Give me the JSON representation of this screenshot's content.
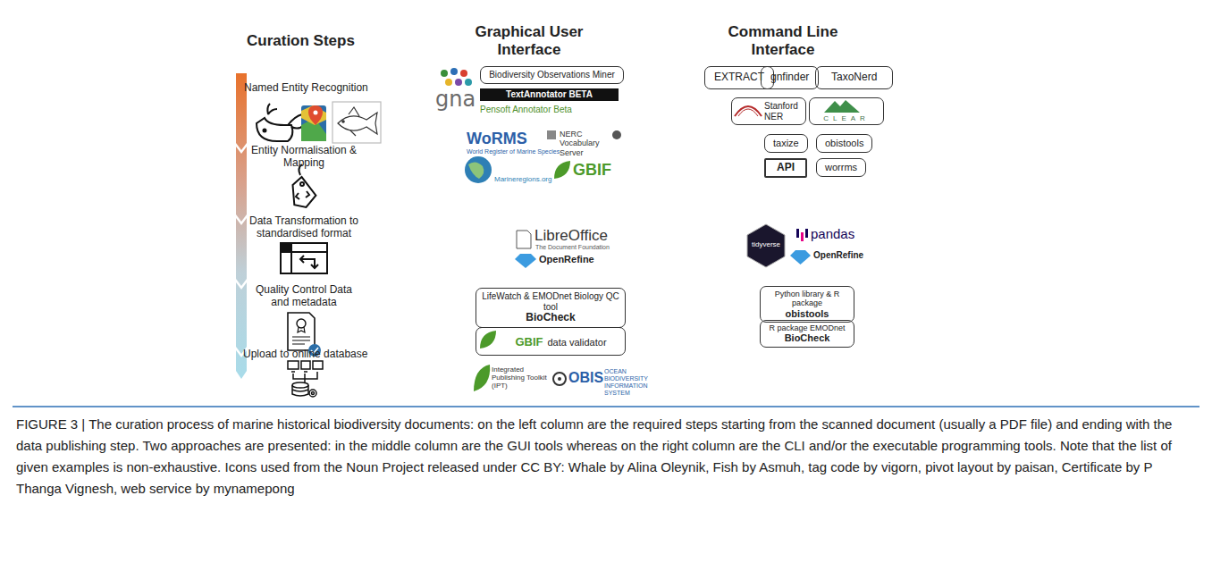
{
  "diagram": {
    "caption": "FIGURE 3 | The curation process of marine historical biodiversity documents: on the left column are the required steps starting from the scanned document (usually a PDF file) and ending with the data publishing step. Two approaches are presented: in the middle column are the GUI tools whereas on the right column are the CLI and/or the executable programming tools. Note that the list of given examples is non-exhaustive. Icons used from the Noun Project released under CC BY: Whale by Alina Oleynik, Fish by Asmuh, tag code by vigorn, pivot layout by paisan, Certificate by P Thanga Vignesh, web service by mynamepong",
    "nodes": [
      {
        "text": [
          "Biodiversity Observations Miner"
        ]
      },
      {
        "text": [
          "EXTRACT"
        ]
      },
      {
        "text": [
          "gnfinder"
        ]
      },
      {
        "text": [
          "TaxoNerd"
        ]
      },
      {
        "text": [
          "Stanford NER"
        ]
      },
      {
        "text": [
          "CLEAR"
        ]
      },
      {
        "text": [
          "taxize"
        ]
      },
      {
        "text": [
          "obistools"
        ]
      },
      {
        "text": [
          "API"
        ]
      },
      {
        "text": [
          "worrms"
        ]
      },
      {
        "text": [
          "LifeWatch & EMODnet Biology QC tool",
          "BioCheck"
        ]
      },
      {
        "text": [
          "GBIF",
          "data validator"
        ]
      },
      {
        "text": [
          "Python library & R package",
          "obistools"
        ]
      },
      {
        "text": [
          "R package EMODnet",
          "BioCheck"
        ]
      }
    ],
    "labels": [
      "Curation Steps",
      "Graphical User Interface",
      "Command Line Interface",
      "Named Entity Recognition",
      "gna",
      "TextAnnotator BETA",
      "Pensoft Annotator Beta",
      "Entity Normalisation & Mapping",
      "WoRMS",
      "World Register of Marine Species",
      "NERC Vocabulary Server",
      "Marineregions.org",
      "GBIF",
      "Data Transformation to standardised format",
      "LibreOffice",
      "The Document Foundation",
      "OpenRefine",
      "tidyverse",
      "pandas",
      "OpenRefine",
      "Quality Control Data and metadata",
      "Upload to online database",
      "Integrated Publishing Toolkit (IPT)",
      "OBIS",
      "OCEAN BIODIVERSITY INFORMATION SYSTEM"
    ]
  }
}
